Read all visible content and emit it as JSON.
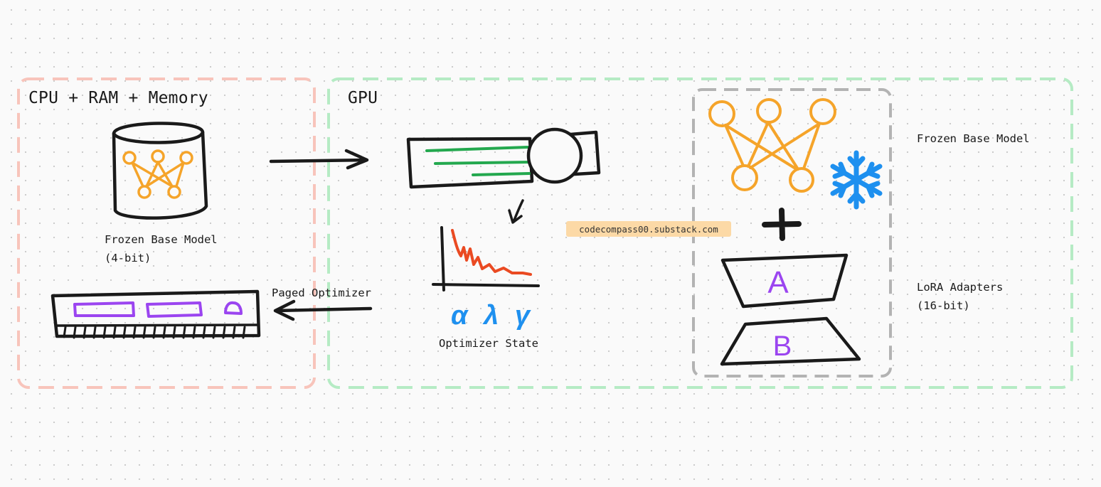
{
  "regions": {
    "cpu_title": "CPU + RAM + Memory",
    "gpu_title": "GPU"
  },
  "labels": {
    "frozen_base_model_cpu": "Frozen Base Model",
    "frozen_base_model_cpu_precision": "(4-bit)",
    "paged_optimizer": "Paged Optimizer",
    "optimizer_state": "Optimizer State",
    "frozen_base_model_gpu": "Frozen Base Model",
    "lora_adapters": "LoRA Adapters",
    "lora_adapters_precision": "(16-bit)",
    "adapter_a": "A",
    "adapter_b": "B",
    "plus": "+",
    "greek_symbols": "α λ γ"
  },
  "watermark": "codecompass00.substack.com",
  "colors": {
    "cpu_border": "#f8c4bb",
    "gpu_border": "#b5ebc4",
    "lora_border": "#b3b3b3",
    "network": "#f5a42a",
    "gradient_lines": "#23a84e",
    "memory_chips": "#9b45f0",
    "loss_curve": "#ea4a22",
    "greek": "#1e90ef",
    "snowflake": "#1e90ef",
    "adapter_letters": "#9b45f0",
    "ink": "#1a1a1a"
  },
  "icons": [
    "database-icon",
    "neural-network-icon",
    "gpu-tensor-icon",
    "loss-curve-icon",
    "memory-stick-icon",
    "snowflake-icon",
    "arrow-icon"
  ]
}
